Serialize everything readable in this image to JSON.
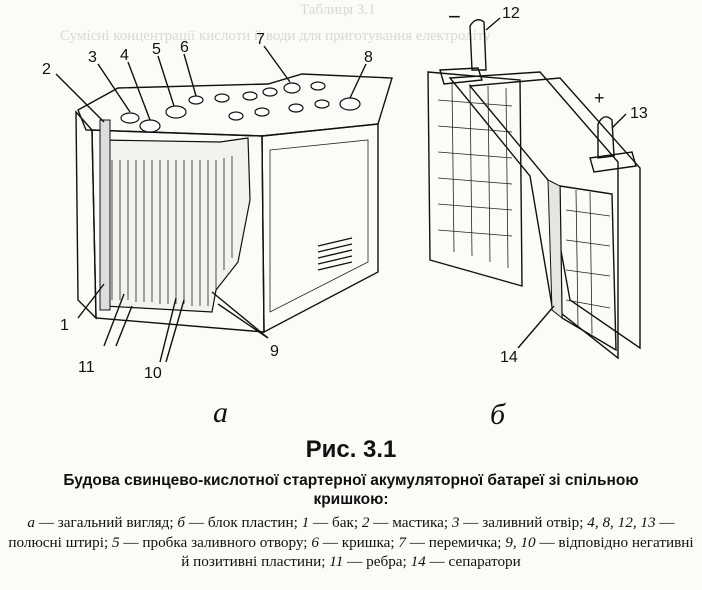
{
  "figure": {
    "callouts": {
      "c1": "1",
      "c2": "2",
      "c3": "3",
      "c4": "4",
      "c5": "5",
      "c6": "6",
      "c7": "7",
      "c8": "8",
      "c9": "9",
      "c10": "10",
      "c11": "11",
      "c12": "12",
      "c13": "13",
      "c14": "14"
    },
    "polarity": {
      "minus": "−",
      "plus": "+"
    },
    "sublabels": {
      "a": "а",
      "b": "б"
    }
  },
  "caption": {
    "title": "Рис. 3.1",
    "heading": "Будова свинцево-кислотної стартерної акумуляторної батареї зі спільною кришкою:",
    "legend": [
      {
        "key": "а",
        "text": "загальний вигляд;"
      },
      {
        "key": "б",
        "text": "блок пластин;"
      },
      {
        "key": "1",
        "text": "бак;"
      },
      {
        "key": "2",
        "text": "мастика;"
      },
      {
        "key": "3",
        "text": "заливний отвір;"
      },
      {
        "key": "4, 8, 12, 13",
        "text": "полюсні штирі;"
      },
      {
        "key": "5",
        "text": "пробка заливного отвору;"
      },
      {
        "key": "6",
        "text": "кришка;"
      },
      {
        "key": "7",
        "text": "перемичка;"
      },
      {
        "key": "9, 10",
        "text": "відповідно негативні й позитивні пластини;"
      },
      {
        "key": "11",
        "text": "ребра;"
      },
      {
        "key": "14",
        "text": "сепаратори"
      }
    ]
  }
}
